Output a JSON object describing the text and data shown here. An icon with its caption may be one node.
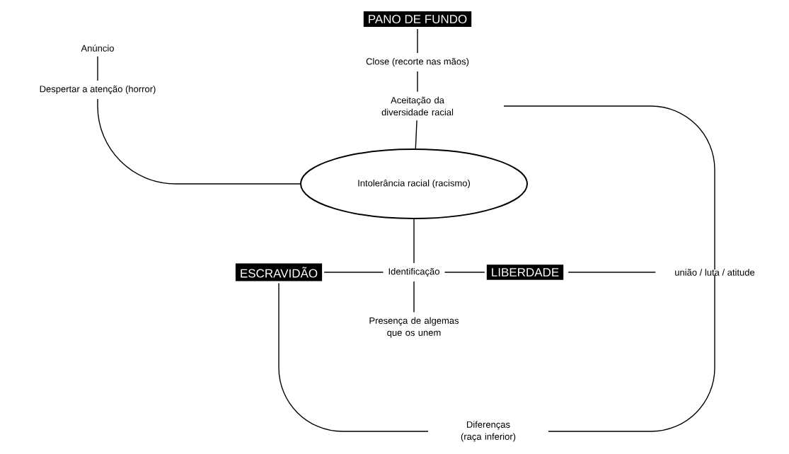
{
  "diagram": {
    "nodes": [
      {
        "text": [
          "PANO DE FUNDO"
        ]
      },
      {
        "text": [
          "Close (recorte nas mãos)"
        ]
      },
      {
        "text": [
          "Aceitação da diversidade racial"
        ]
      },
      {
        "text": [
          "Anúncio"
        ]
      },
      {
        "text": [
          "Despertar a atenção (horror)"
        ]
      },
      {
        "text": [
          "Intolerância racial (racismo)"
        ]
      },
      {
        "text": [
          "ESCRAVIDÃO"
        ]
      },
      {
        "text": [
          "Identificação"
        ]
      },
      {
        "text": [
          "LIBERDADE"
        ]
      },
      {
        "text": [
          "união / luta / atitude"
        ]
      },
      {
        "text": [
          "Presença de algemas que os unem"
        ]
      },
      {
        "text": [
          "Diferenças (raça inferior)"
        ]
      }
    ],
    "edges": [
      {
        "from": 0,
        "to": 1,
        "arrow": "none"
      },
      {
        "from": 1,
        "to": 2,
        "arrow": "none"
      },
      {
        "from": 2,
        "to": 5,
        "arrow": "none"
      },
      {
        "from": 3,
        "to": 4,
        "arrow": "none"
      },
      {
        "from": 4,
        "to": 5,
        "arrow": "none"
      },
      {
        "from": 5,
        "to": 7,
        "arrow": "none"
      },
      {
        "from": 6,
        "to": 7,
        "arrow": "none"
      },
      {
        "from": 7,
        "to": 8,
        "arrow": "none"
      },
      {
        "from": 7,
        "to": 10,
        "arrow": "none"
      },
      {
        "from": 8,
        "to": 9,
        "arrow": "none"
      },
      {
        "from": 2,
        "to": 9,
        "arrow": "none"
      },
      {
        "from": 9,
        "to": 11,
        "arrow": "none"
      },
      {
        "from": 6,
        "to": 11,
        "arrow": "none"
      }
    ]
  }
}
